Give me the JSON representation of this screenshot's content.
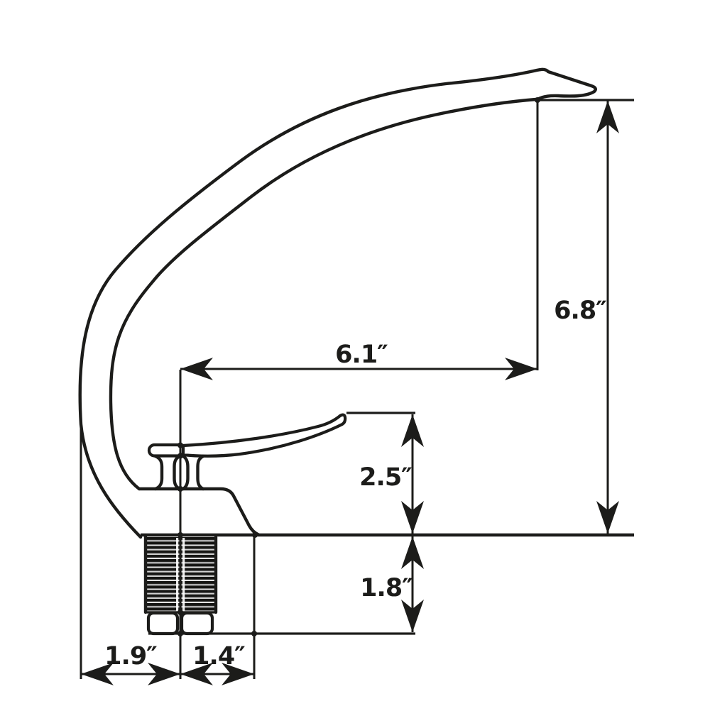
{
  "drawing": {
    "subject": "faucet-side-view-dimension-diagram",
    "background_color": "#ffffff",
    "line_color": "#1c1c1a",
    "units": "inches",
    "labels": {
      "spout_height": "6.8″",
      "spout_reach": "6.1″",
      "outlet_height": "2.5″",
      "shank_length": "1.8″",
      "base_rear_width": "1.9″",
      "base_front_width": "1.4″"
    }
  }
}
